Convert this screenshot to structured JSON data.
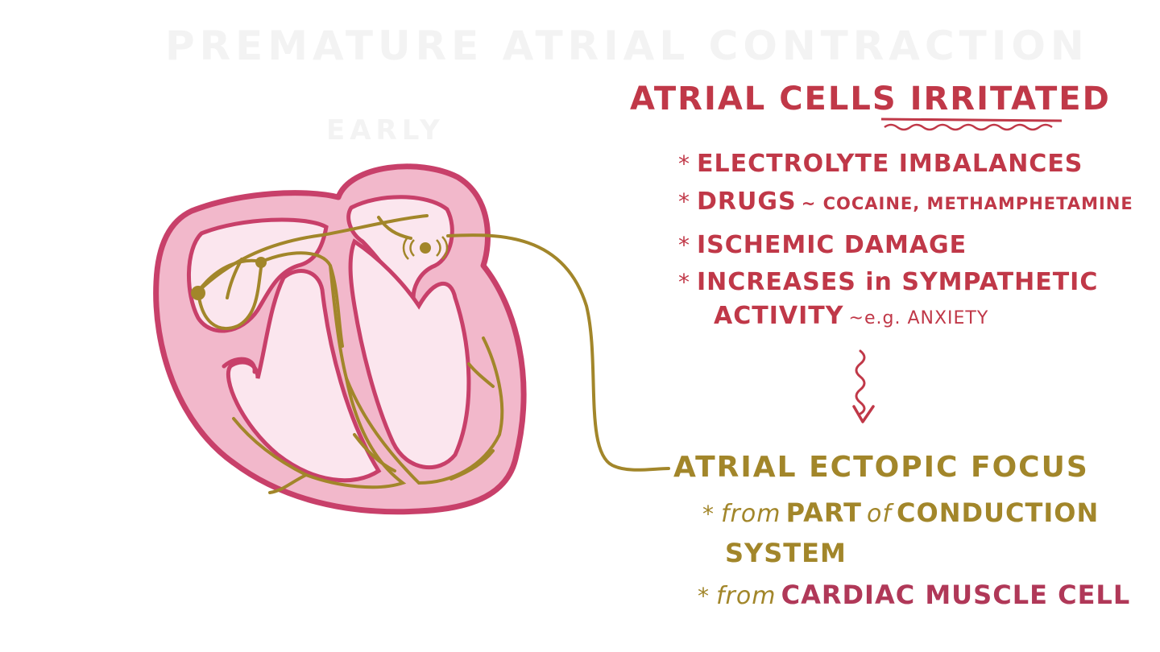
{
  "background_text": {
    "title": "PREMATURE ATRIAL CONTRACTION",
    "left_fragment": "EARLY"
  },
  "heading": {
    "prefix": "ATRIAL CELLS",
    "emphasis": "IRRITATED"
  },
  "causes": {
    "bullet": "*",
    "item1": "ELECTROLYTE IMBALANCES",
    "item2_main": "DRUGS",
    "item2_detail": "~ COCAINE, METHAMPHETAMINE",
    "item3": "ISCHEMIC DAMAGE",
    "item4_line1": "INCREASES in SYMPATHETIC",
    "item4_line2_main": "ACTIVITY",
    "item4_line2_detail": "~e.g. ANXIETY"
  },
  "result": {
    "title": "ATRIAL ECTOPIC FOCUS",
    "origin1_from": "from",
    "origin1_part": "PART",
    "origin1_of": "of",
    "origin1_system": "CONDUCTION",
    "origin1_line2": "SYSTEM",
    "origin2_from": "from",
    "origin2_cell": "CARDIAC MUSCLE CELL"
  },
  "colors": {
    "red_text": "#c03848",
    "gold_text": "#a2862a",
    "heart_outline": "#c8406a",
    "heart_wall": "#f2b8cb",
    "heart_chamber": "#fbe6ee",
    "conduction": "#a2862a"
  }
}
